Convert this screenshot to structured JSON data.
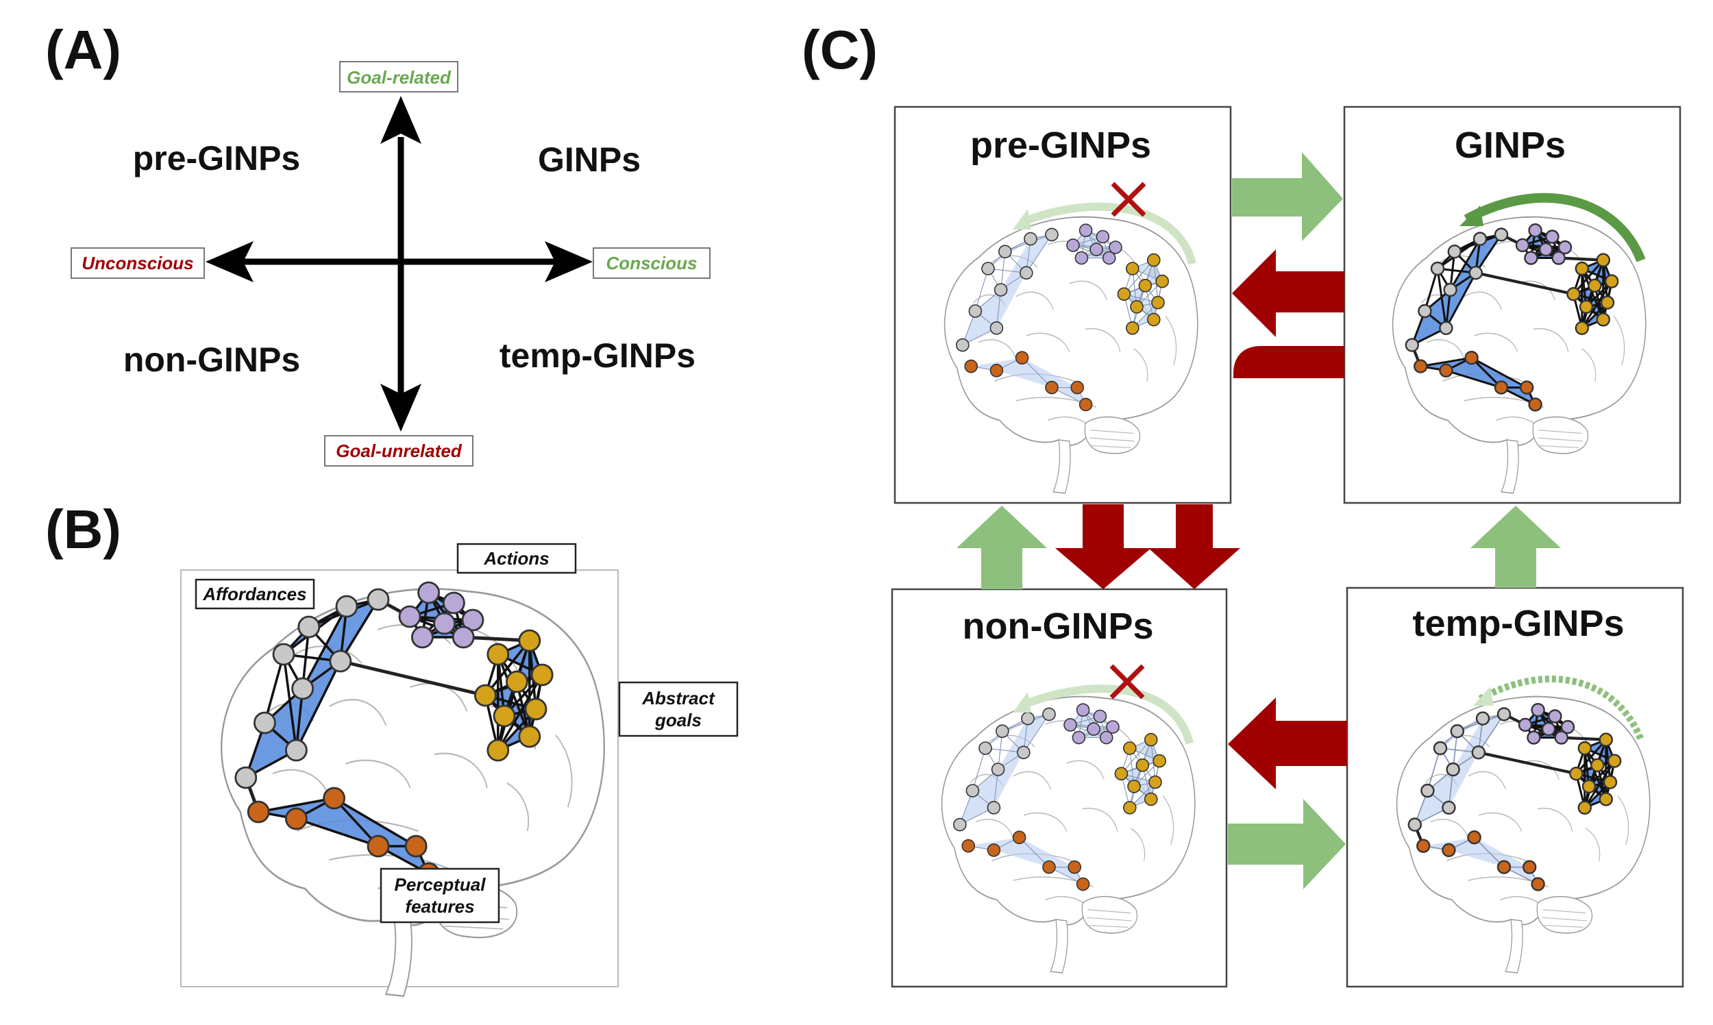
{
  "panel_a": {
    "letter": "(A)",
    "axis_top": "Goal-related",
    "axis_bottom": "Goal-unrelated",
    "axis_left": "Unconscious",
    "axis_right": "Conscious",
    "quad_top_left": "pre-GINPs",
    "quad_top_right": "GINPs",
    "quad_bottom_left": "non-GINPs",
    "quad_bottom_right": "temp-GINPs"
  },
  "panel_b": {
    "letter": "(B)",
    "labels": {
      "affordances": "Affordances",
      "actions": "Actions",
      "abstract_goals_1": "Abstract",
      "abstract_goals_2": "goals",
      "perceptual_1": "Perceptual",
      "perceptual_2": "features"
    }
  },
  "panel_c": {
    "letter": "(C)",
    "box_pre": "pre-GINPs",
    "box_ginps": "GINPs",
    "box_non": "non-GINPs",
    "box_temp": "temp-GINPs"
  },
  "colors": {
    "green_arrow": "#8cc07c",
    "red_arrow": "#a00000",
    "gray_node": "#c8c8c8",
    "purple_node": "#b8a8d8",
    "gold_node": "#d4a21a",
    "orange_node": "#c8651a",
    "network_fill": "#5b8fe0",
    "network_fill_faint": "#b9cdf0",
    "green_text": "#6aa84f",
    "red_text": "#a00000"
  }
}
